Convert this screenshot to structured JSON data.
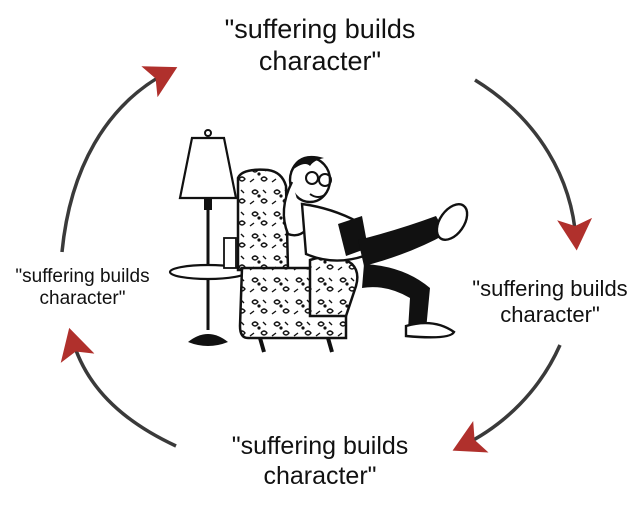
{
  "captions": {
    "top": {
      "line1": "\"suffering builds",
      "line2": "character\""
    },
    "left": {
      "line1": "\"suffering builds",
      "line2": "character\""
    },
    "right": {
      "line1": "\"suffering builds",
      "line2": "character\""
    },
    "bottom": {
      "line1": "\"suffering builds",
      "line2": "character\""
    }
  },
  "colors": {
    "arrow_shaft": "#3a3a3a",
    "arrow_head": "#b0302c",
    "ink": "#111111",
    "background": "#ffffff"
  },
  "icons": {
    "arrow": "curved-arrow-icon",
    "illustration": "man-relaxing-in-armchair-illustration"
  }
}
